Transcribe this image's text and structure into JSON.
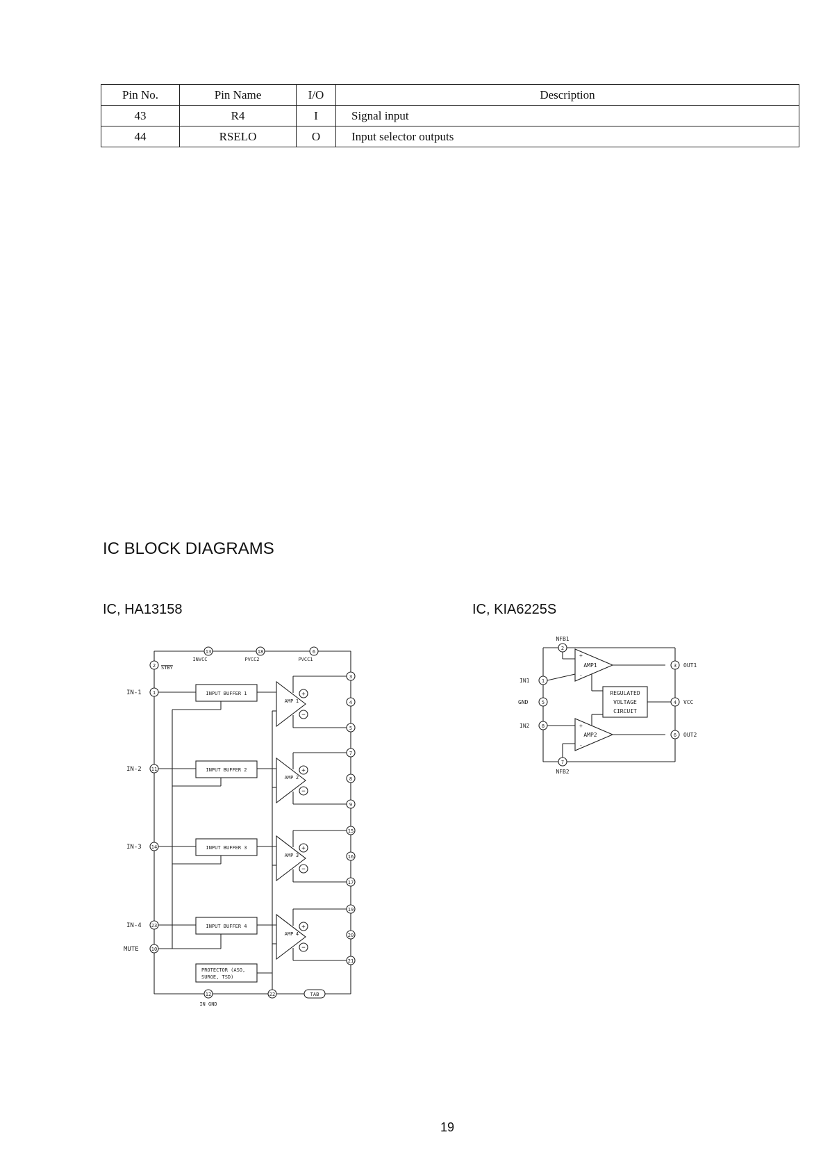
{
  "pin_table": {
    "headers": [
      "Pin No.",
      "Pin Name",
      "I/O",
      "Description"
    ],
    "rows": [
      {
        "pin_no": "43",
        "pin_name": "R4",
        "io": "I",
        "description": "Signal input"
      },
      {
        "pin_no": "44",
        "pin_name": "RSELO",
        "io": "O",
        "description": "Input selector outputs"
      }
    ]
  },
  "section_heading": "IC BLOCK DIAGRAMS",
  "diagram_left": {
    "title": "IC, HA13158",
    "supply_pins": [
      {
        "pin": "13",
        "label": "INVCC"
      },
      {
        "pin": "18",
        "label": "PVCC2"
      },
      {
        "pin": "6",
        "label": "PVCC1"
      }
    ],
    "standby": {
      "pin": "2",
      "label": "STBY"
    },
    "channels": [
      {
        "input_label": "IN-1",
        "input_pin": "1",
        "buffer": "INPUT BUFFER 1",
        "amp_line1": "AMP",
        "amp_line2": "1",
        "out_pins": [
          "3",
          "4",
          "5"
        ]
      },
      {
        "input_label": "IN-2",
        "input_pin": "11",
        "buffer": "INPUT BUFFER 2",
        "amp_line1": "AMP",
        "amp_line2": "2",
        "out_pins": [
          "7",
          "8",
          "9"
        ]
      },
      {
        "input_label": "IN-3",
        "input_pin": "14",
        "buffer": "INPUT BUFFER 3",
        "amp_line1": "AMP",
        "amp_line2": "3",
        "out_pins": [
          "15",
          "16",
          "17"
        ]
      },
      {
        "input_label": "IN-4",
        "input_pin": "23",
        "buffer": "INPUT BUFFER 4",
        "amp_line1": "AMP",
        "amp_line2": "4",
        "out_pins": [
          "19",
          "20",
          "21"
        ]
      }
    ],
    "mute": {
      "pin": "10",
      "label": "MUTE"
    },
    "protector_line1": "PROTECTOR (ASO,",
    "protector_line2": "SURGE, TSD)",
    "gnd_pins": [
      {
        "pin": "12",
        "label": "IN GND"
      },
      {
        "pin": "22",
        "label": ""
      }
    ],
    "tab_label": "TAB",
    "plus_sign": "+",
    "minus_sign": "−"
  },
  "diagram_right": {
    "title": "IC, KIA6225S",
    "nfb1": {
      "pin": "2",
      "label": "NFB1"
    },
    "nfb2": {
      "pin": "7",
      "label": "NFB2"
    },
    "in1": {
      "pin": "1",
      "label": "IN1"
    },
    "gnd": {
      "pin": "5",
      "label": "GND"
    },
    "in2": {
      "pin": "8",
      "label": "IN2"
    },
    "out1": {
      "pin": "3",
      "label": "OUT1"
    },
    "vcc": {
      "pin": "4",
      "label": "VCC"
    },
    "out2": {
      "pin": "6",
      "label": "OUT2"
    },
    "amp1_label": "AMP1",
    "amp2_label": "AMP2",
    "regulator_line1": "REGULATED",
    "regulator_line2": "VOLTAGE",
    "regulator_line3": "CIRCUIT",
    "plus_sign": "+",
    "minus_sign": "-"
  },
  "page_number": "19"
}
